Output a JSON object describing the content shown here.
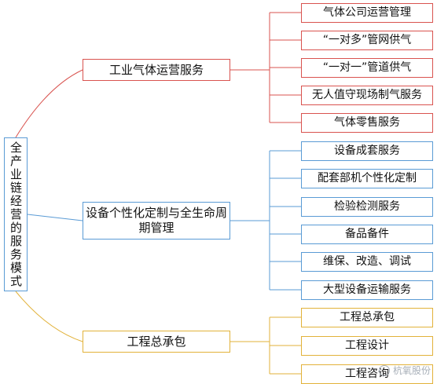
{
  "root": {
    "label": "全产业链经营的服务模式"
  },
  "branches": [
    {
      "label": "工业气体运营服务",
      "color": "#d9534f",
      "leaves": [
        "气体公司运营管理",
        "“一对多”管网供气",
        "“一对一”管道供气",
        "无人值守现场制气服务",
        "气体零售服务"
      ]
    },
    {
      "label": "设备个性化定制与全生命周期管理",
      "color": "#5a9bd5",
      "leaves": [
        "设备成套服务",
        "配套部机个性化定制",
        "检验检测服务",
        "备品备件",
        "维保、改造、调试",
        "大型设备运输服务"
      ]
    },
    {
      "label": "工程总承包",
      "color": "#e2b23a",
      "leaves": [
        "工程总承包",
        "工程设计",
        "工程咨询"
      ]
    }
  ],
  "watermark": {
    "text": "杭氧股份"
  }
}
